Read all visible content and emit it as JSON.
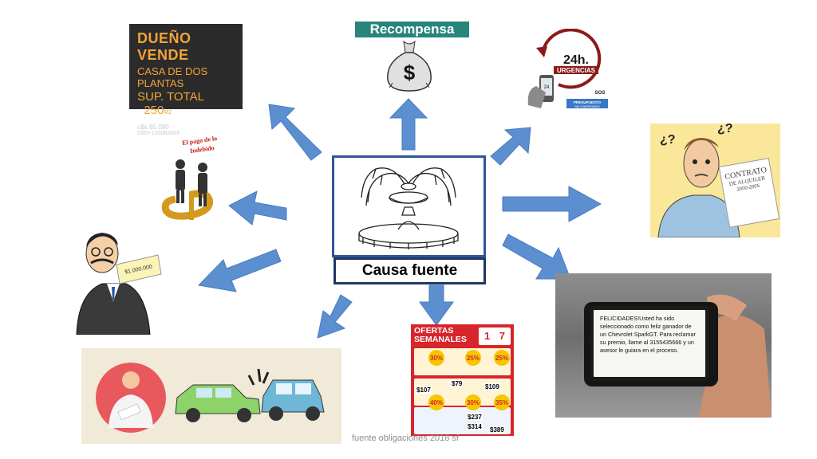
{
  "center": {
    "label": "Causa fuente"
  },
  "sale_sign": {
    "line1": "DUEÑO VENDE",
    "line2": "CASA DE DOS PLANTAS",
    "line3": "SUP. TOTAL",
    "area_value": "250",
    "area_unit": "M2",
    "price": "u$s 85.000",
    "phone": "0353-155082663"
  },
  "reward": {
    "title": "Recompensa",
    "symbol": "$"
  },
  "urgency": {
    "hours": "24h.",
    "label": "URGENCIAS",
    "sos": "SOS",
    "phone_badge": "24",
    "estimate_title": "PRESUPUESTO",
    "estimate_sub": "SIN COMPROMISO"
  },
  "undue_payment": {
    "line1": "El pago de lo",
    "line2": "Indebido"
  },
  "tenant": {
    "marks": "¿?",
    "contract_title": "CONTRATO",
    "contract_sub": "DE ALQUILER",
    "contract_years": "2000-2005"
  },
  "check": {
    "amount": "$1.000.000"
  },
  "offers": {
    "title1": "OFERTAS",
    "title2": "SEMANALES",
    "day1": "1",
    "day2": "7",
    "prices": [
      "$107",
      "$79",
      "$109",
      "$237",
      "$314",
      "$389"
    ],
    "badges": [
      "30%",
      "25%",
      "25%",
      "40%",
      "30%",
      "35%"
    ]
  },
  "sms": {
    "text": "FELICIDADES!Usted ha sido seleccionado como feliz ganador de un Chevrolet SparkGT. Para reclamar su premio, llame al 3155435666 y un asesor le guiara en el proceso."
  },
  "footer": "fuente obligaciones 2018 sf",
  "colors": {
    "arrow": "#5b8fd0",
    "center_border": "#2f5597",
    "sign_bg": "#2b2b2b",
    "sign_text": "#f2a33a",
    "reward": "#27857a",
    "flyer": "#d7262b"
  }
}
